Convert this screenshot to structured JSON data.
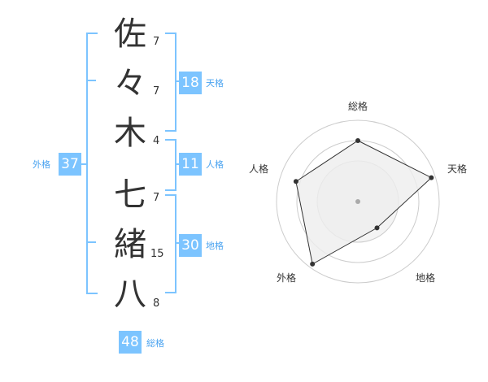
{
  "name": {
    "characters": [
      {
        "char": "佐",
        "strokes": "7"
      },
      {
        "char": "々",
        "strokes": "7"
      },
      {
        "char": "木",
        "strokes": "4"
      },
      {
        "char": "七",
        "strokes": "7"
      },
      {
        "char": "緒",
        "strokes": "15"
      },
      {
        "char": "八",
        "strokes": "8"
      }
    ]
  },
  "fortunes": {
    "tenkaku": {
      "value": "18",
      "label": "天格"
    },
    "jinkaku": {
      "value": "11",
      "label": "人格"
    },
    "chikaku": {
      "value": "30",
      "label": "地格"
    },
    "gaikaku": {
      "value": "37",
      "label": "外格"
    },
    "soukaku": {
      "value": "48",
      "label": "総格"
    }
  },
  "radar": {
    "axes": [
      "総格",
      "天格",
      "地格",
      "外格",
      "人格"
    ],
    "levels": 4,
    "scores": [
      0.75,
      0.95,
      0.4,
      0.95,
      0.8
    ],
    "colors": {
      "fill": "#eeeeee",
      "line": "#333333",
      "ring": "#cccccc",
      "center": "#aaaaaa"
    }
  },
  "colors": {
    "accent": "#7cc4ff",
    "accent_text": "#4aa3f0"
  }
}
